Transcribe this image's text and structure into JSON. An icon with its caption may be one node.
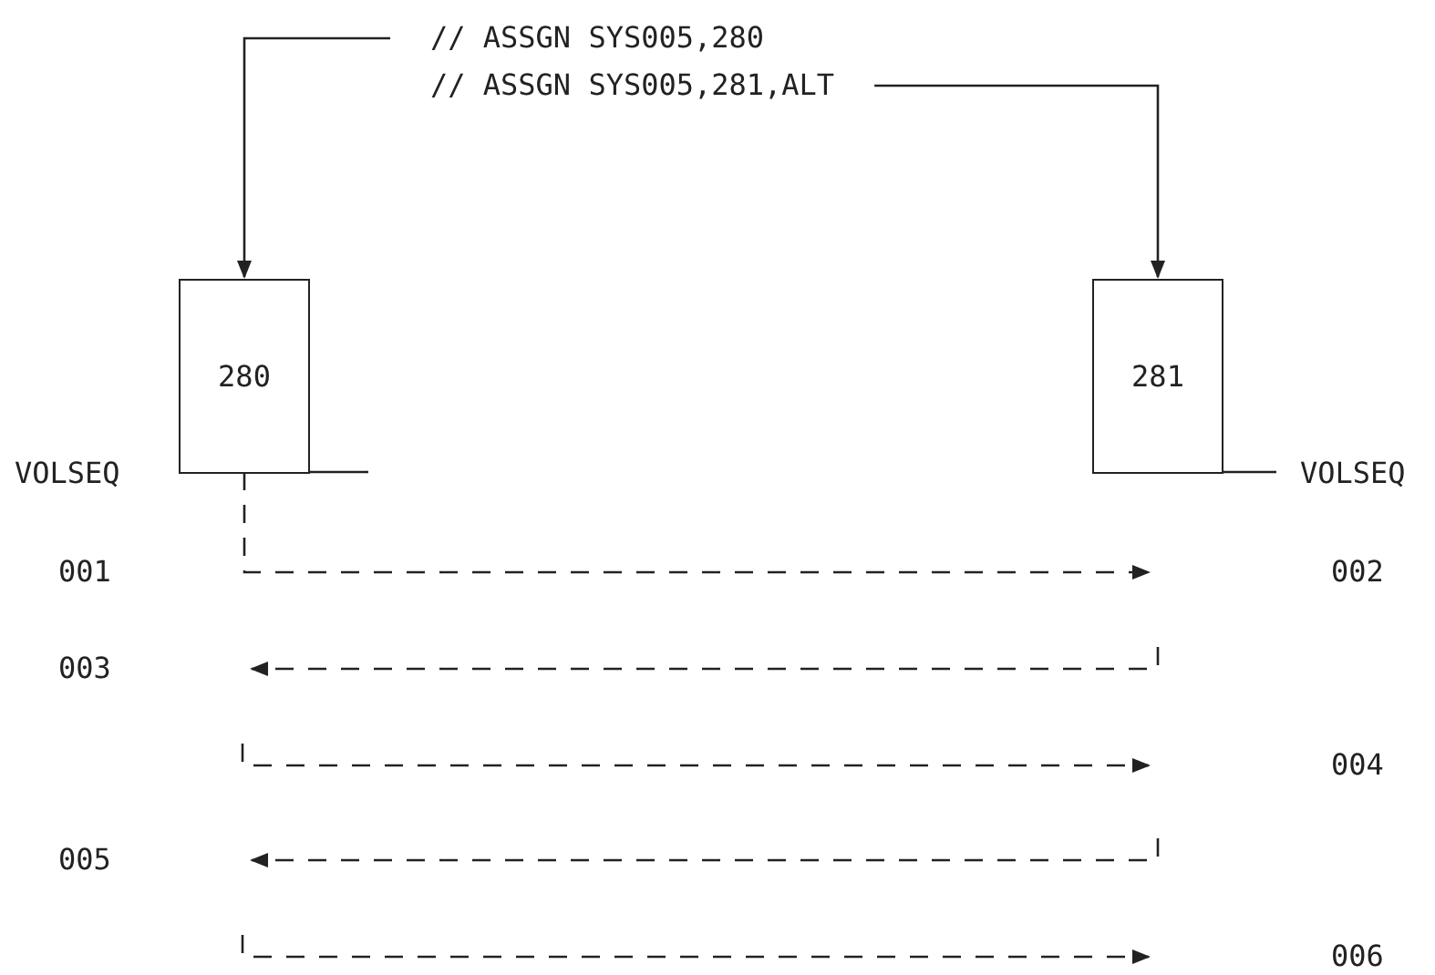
{
  "diagram": {
    "nodes": [
      {
        "text": [
          "// ASSGN SYS005,280"
        ]
      },
      {
        "text": [
          "// ASSGN SYS005,281,ALT"
        ]
      },
      {
        "text": [
          "280"
        ],
        "beside": [
          "VOLSEQ"
        ]
      },
      {
        "text": [
          "281"
        ],
        "beside": [
          "VOLSEQ"
        ]
      }
    ],
    "edges": [
      {
        "from": 0,
        "to": 2,
        "arrow": "to"
      },
      {
        "from": 1,
        "to": 3,
        "arrow": "to"
      },
      {
        "from": 2,
        "to": null,
        "arrow": "to",
        "style": "dashed"
      }
    ],
    "labels": [
      "001",
      "002",
      "003",
      "004",
      "005",
      "006"
    ]
  }
}
